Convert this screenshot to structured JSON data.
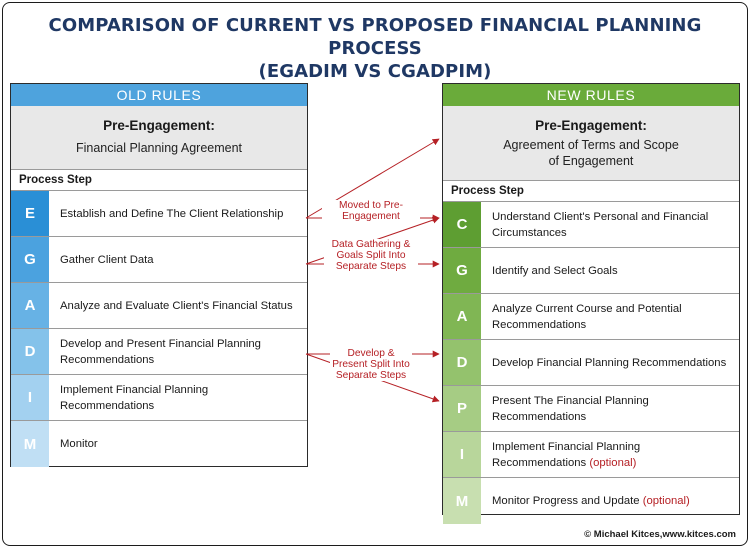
{
  "title_line1": "COMPARISON OF CURRENT VS PROPOSED FINANCIAL PLANNING PROCESS",
  "title_line2": "(EGADIM VS CGADPIM)",
  "old": {
    "header": "OLD RULES",
    "pre_title": "Pre-Engagement:",
    "pre_sub": "Financial Planning Agreement",
    "process_label": "Process Step",
    "steps": [
      {
        "letter": "E",
        "text": "Establish and Define The Client Relationship",
        "color": "#2a8fd6"
      },
      {
        "letter": "G",
        "text": "Gather Client Data",
        "color": "#4ba2df"
      },
      {
        "letter": "A",
        "text": "Analyze and Evaluate Client's Financial Status",
        "color": "#67b2e5"
      },
      {
        "letter": "D",
        "text": "Develop and Present Financial Planning Recommendations",
        "color": "#84c2ea"
      },
      {
        "letter": "I",
        "text": "Implement Financial Planning Recommendations",
        "color": "#a3d1f0"
      },
      {
        "letter": "M",
        "text": "Monitor",
        "color": "#c0dff4"
      }
    ]
  },
  "new": {
    "header": "NEW RULES",
    "pre_title": "Pre-Engagement:",
    "pre_sub": "Agreement of Terms and Scope of Engagement",
    "process_label": "Process Step",
    "steps": [
      {
        "letter": "C",
        "text": "Understand Client's Personal and Financial Circumstances",
        "optional": "",
        "color": "#5e9e32"
      },
      {
        "letter": "G",
        "text": "Identify and Select Goals",
        "optional": "",
        "color": "#6fab40"
      },
      {
        "letter": "A",
        "text": "Analyze Current Course and Potential Recommendations",
        "optional": "",
        "color": "#80b654"
      },
      {
        "letter": "D",
        "text": "Develop Financial Planning Recommendations",
        "optional": "",
        "color": "#94c26d"
      },
      {
        "letter": "P",
        "text": "Present The Financial Planning Recommendations",
        "optional": "",
        "color": "#a6cc84"
      },
      {
        "letter": "I",
        "text": "Implement Financial Planning Recommendations",
        "optional": "(optional)",
        "color": "#b8d69b"
      },
      {
        "letter": "M",
        "text": "Monitor Progress and Update",
        "optional": "(optional)",
        "color": "#c8dfb0"
      }
    ]
  },
  "labels": {
    "moved": "Moved to Pre-Engagement",
    "gather_split": "Data Gathering & Goals Split Into Separate Steps",
    "develop_split": "Develop & Present Split Into Separate Steps"
  },
  "credit_author": "© Michael Kitces,",
  "credit_site": "www.kitces.com",
  "arrow_color": "#b52025"
}
